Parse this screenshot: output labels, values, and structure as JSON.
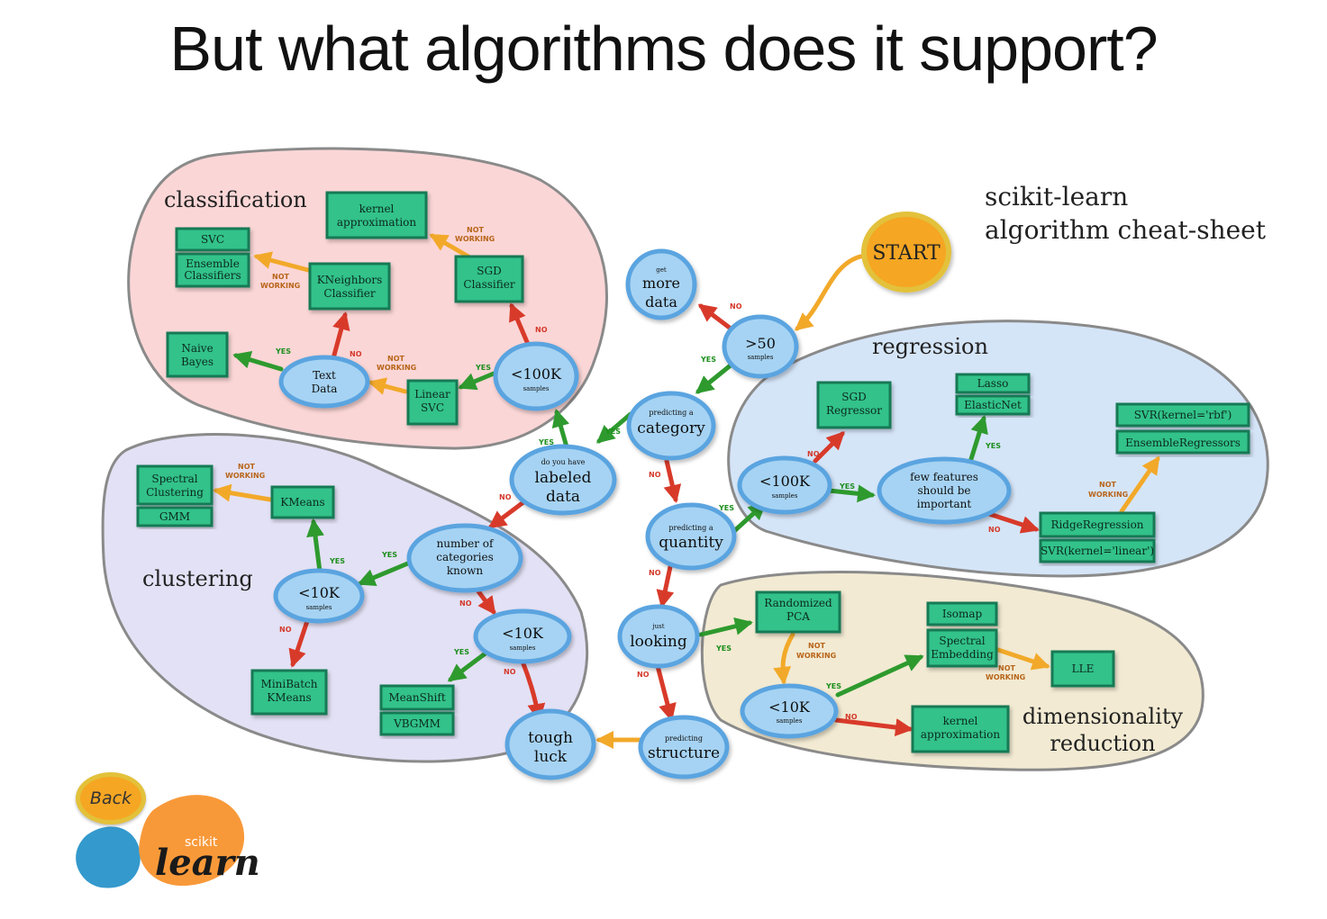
{
  "title": "But what algorithms does it support?",
  "subtitle": [
    "scikit-learn",
    "algorithm cheat-sheet"
  ],
  "regions": {
    "classification": "classification",
    "clustering": "clustering",
    "regression": "regression",
    "dimensionality": [
      "dimensionality",
      "reduction"
    ]
  },
  "start": "START",
  "back": "Back",
  "logo": {
    "top": "scikit",
    "main": "learn"
  },
  "colors": {
    "yes": "#2e9a2e",
    "no": "#d83a2a",
    "not_working": "#f2a92a",
    "algorithm": "#30c28a",
    "decision": "#a6d3f3",
    "classification_bg": "#fbd6d6",
    "clustering_bg": "#e3e1f5",
    "regression_bg": "#d5e5f8",
    "dimensionality_bg": "#f2ead2"
  },
  "arrow_labels": {
    "yes": "YES",
    "no": "NO",
    "not": "NOT",
    "working": "WORKING"
  },
  "decisions": {
    "more_data": [
      "get",
      "more",
      "data"
    ],
    "gt50": [
      ">50",
      "samples"
    ],
    "category": [
      "predicting a",
      "category"
    ],
    "labeled": [
      "do you have",
      "labeled",
      "data"
    ],
    "quantity": [
      "predicting a",
      "quantity"
    ],
    "looking": [
      "just",
      "looking"
    ],
    "structure": [
      "predicting",
      "structure"
    ],
    "tough_luck": [
      "tough",
      "luck"
    ],
    "cls_100k": [
      "<100K",
      "samples"
    ],
    "text_data": [
      "Text",
      "Data"
    ],
    "num_categories": [
      "number of",
      "categories",
      "known"
    ],
    "clu_10k_a": [
      "<10K",
      "samples"
    ],
    "clu_10k_b": [
      "<10K",
      "samples"
    ],
    "reg_100k": [
      "<100K",
      "samples"
    ],
    "few_features": [
      "few features",
      "should be",
      "important"
    ],
    "dim_10k": [
      "<10K",
      "samples"
    ]
  },
  "algorithms": {
    "kernel_approx_cls": [
      "kernel",
      "approximation"
    ],
    "svc": [
      "SVC"
    ],
    "ensemble_cls": [
      "Ensemble",
      "Classifiers"
    ],
    "kneighbors": [
      "KNeighbors",
      "Classifier"
    ],
    "sgd_cls": [
      "SGD",
      "Classifier"
    ],
    "naive_bayes": [
      "Naive",
      "Bayes"
    ],
    "linear_svc": [
      "Linear",
      "SVC"
    ],
    "spectral_clustering": [
      "Spectral",
      "Clustering"
    ],
    "gmm": [
      "GMM"
    ],
    "kmeans": [
      "KMeans"
    ],
    "minibatch": [
      "MiniBatch",
      "KMeans"
    ],
    "meanshift": [
      "MeanShift"
    ],
    "vbgmm": [
      "VBGMM"
    ],
    "sgd_reg": [
      "SGD",
      "Regressor"
    ],
    "lasso": [
      "Lasso"
    ],
    "elasticnet": [
      "ElasticNet"
    ],
    "svr_rbf": [
      "SVR(kernel='rbf')"
    ],
    "ensemble_reg": [
      "EnsembleRegressors"
    ],
    "ridge": [
      "RidgeRegression"
    ],
    "svr_linear": [
      "SVR(kernel='linear')"
    ],
    "randomized_pca": [
      "Randomized",
      "PCA"
    ],
    "isomap": [
      "Isomap"
    ],
    "spectral_embedding": [
      "Spectral",
      "Embedding"
    ],
    "lle": [
      "LLE"
    ],
    "kernel_approx_dim": [
      "kernel",
      "approximation"
    ]
  }
}
